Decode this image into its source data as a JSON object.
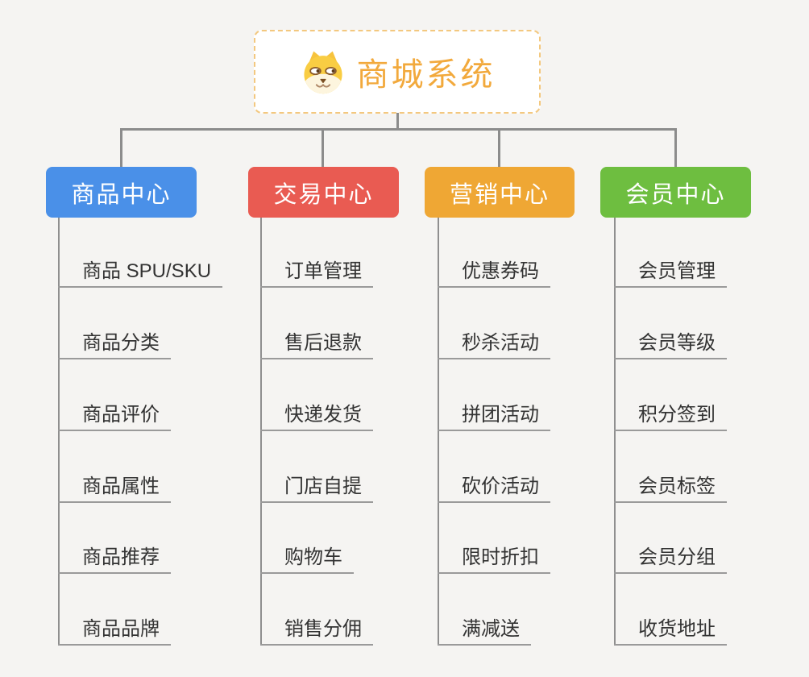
{
  "root": {
    "title": "商城系统",
    "icon": "dog-face-icon"
  },
  "colors": {
    "root_text": "#f2a93c",
    "root_border": "#f3c87f",
    "connector": "#8c8c8c",
    "leaf_text": "#333333",
    "leaf_underline": "#9a9a9a",
    "background": "#f5f4f2"
  },
  "branches": [
    {
      "label": "商品中心",
      "color": "#4a90e8",
      "items": [
        "商品 SPU/SKU",
        "商品分类",
        "商品评价",
        "商品属性",
        "商品推荐",
        "商品品牌"
      ]
    },
    {
      "label": "交易中心",
      "color": "#e95b52",
      "items": [
        "订单管理",
        "售后退款",
        "快递发货",
        "门店自提",
        "购物车",
        "销售分佣"
      ]
    },
    {
      "label": "营销中心",
      "color": "#efa734",
      "items": [
        "优惠券码",
        "秒杀活动",
        "拼团活动",
        "砍价活动",
        "限时折扣",
        "满减送"
      ]
    },
    {
      "label": "会员中心",
      "color": "#6ebe40",
      "items": [
        "会员管理",
        "会员等级",
        "积分签到",
        "会员标签",
        "会员分组",
        "收货地址"
      ]
    }
  ]
}
